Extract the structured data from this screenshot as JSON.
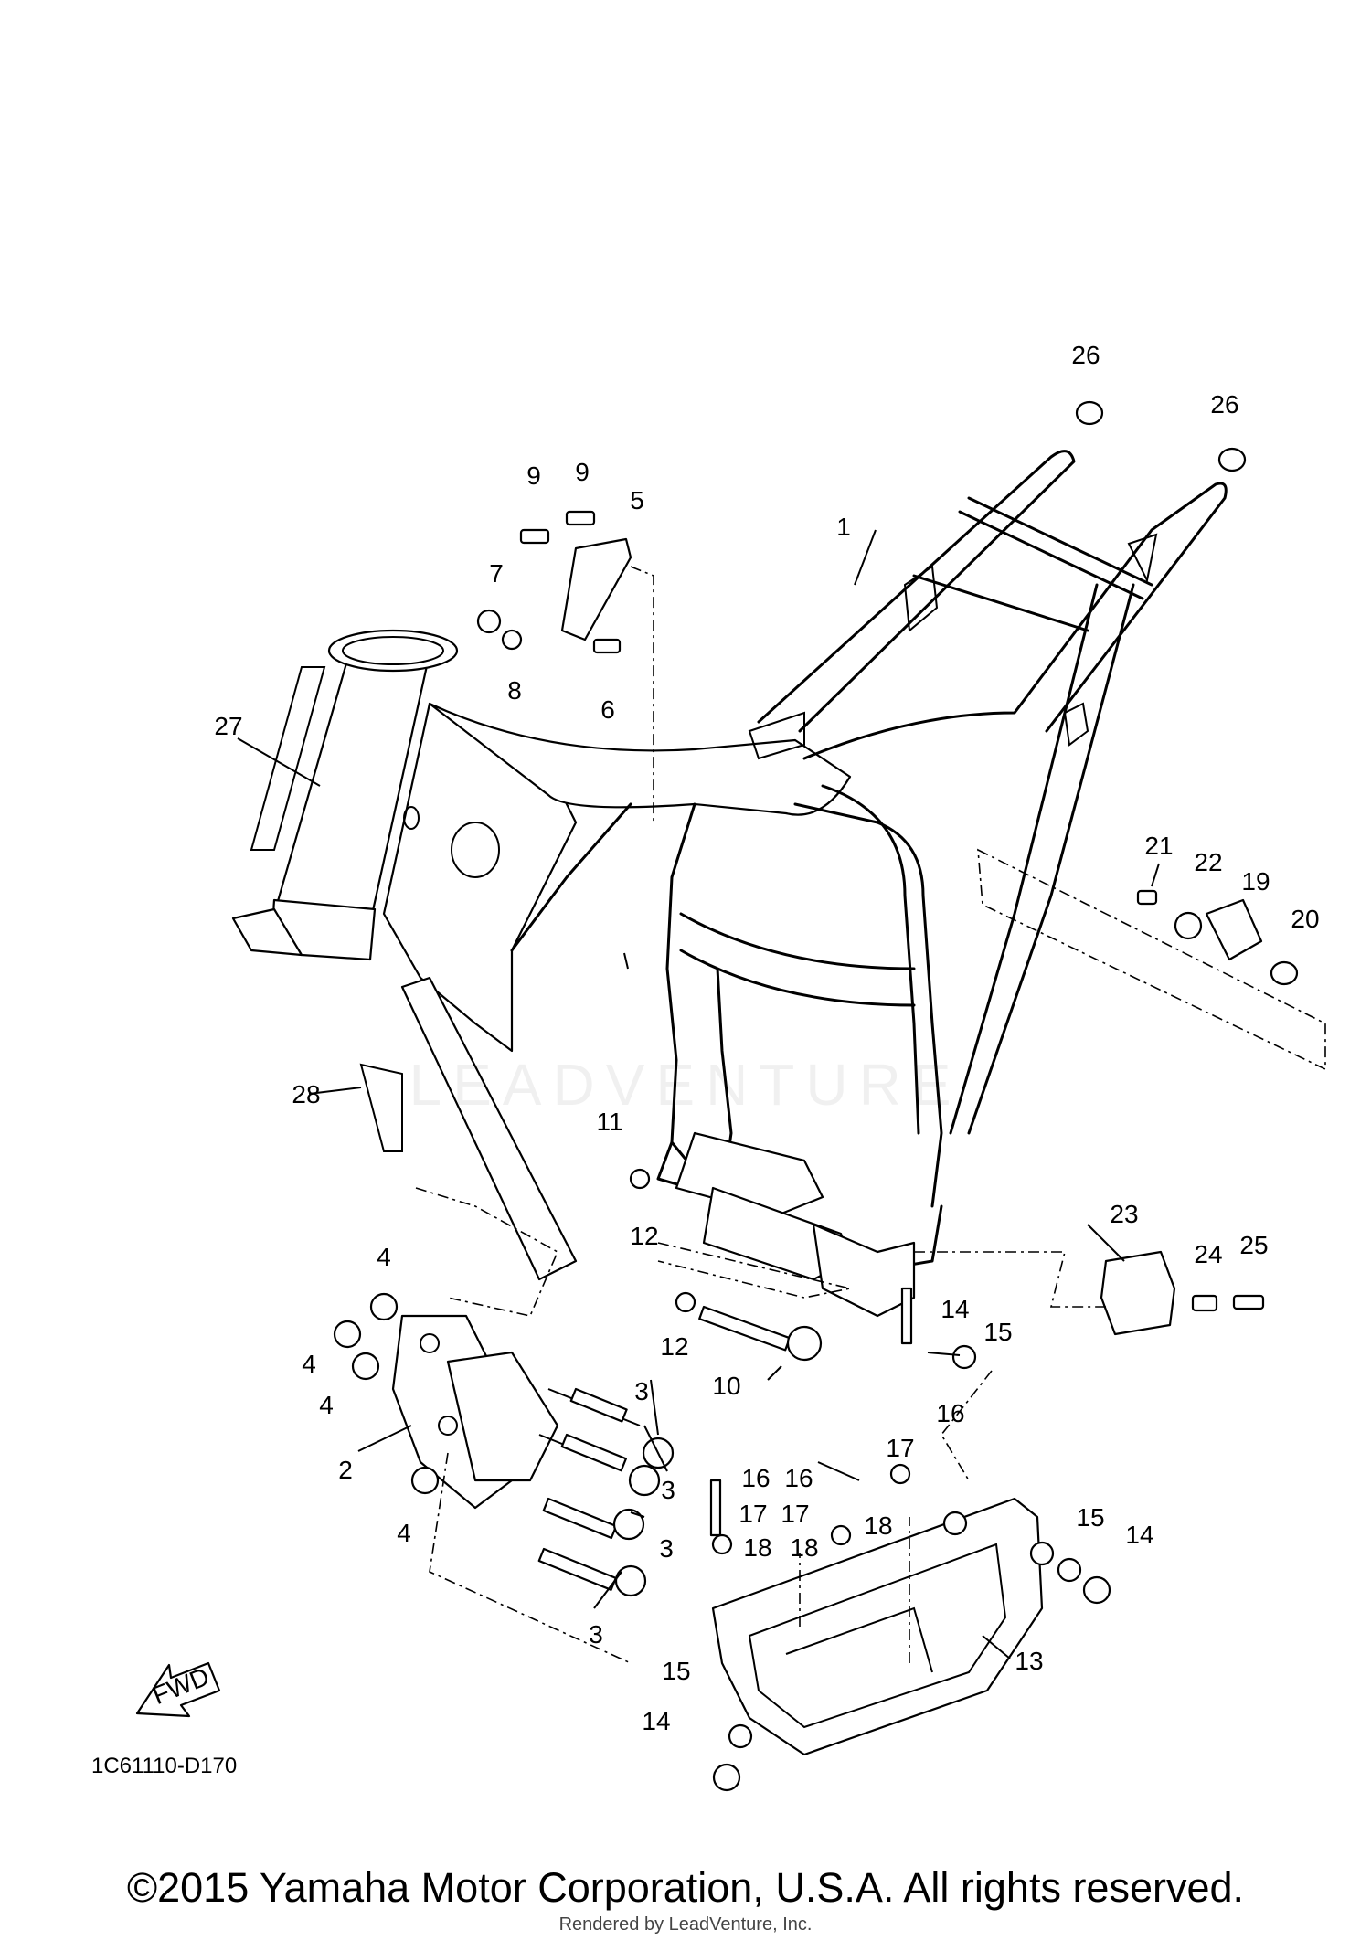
{
  "diagram": {
    "part_code": "1C61110-D170",
    "fwd_label": "FWD",
    "watermark": "LEADVENTURE",
    "copyright": "©2015 Yamaha Motor Corporation, U.S.A. All rights reserved.",
    "rendered_by": "Rendered by LeadVenture, Inc.",
    "callouts": [
      {
        "id": "c26a",
        "text": "26"
      },
      {
        "id": "c26b",
        "text": "26"
      },
      {
        "id": "c1",
        "text": "1"
      },
      {
        "id": "c9a",
        "text": "9"
      },
      {
        "id": "c9b",
        "text": "9"
      },
      {
        "id": "c5",
        "text": "5"
      },
      {
        "id": "c7",
        "text": "7"
      },
      {
        "id": "c8",
        "text": "8"
      },
      {
        "id": "c6",
        "text": "6"
      },
      {
        "id": "c27",
        "text": "27"
      },
      {
        "id": "c21",
        "text": "21"
      },
      {
        "id": "c22",
        "text": "22"
      },
      {
        "id": "c19",
        "text": "19"
      },
      {
        "id": "c20",
        "text": "20"
      },
      {
        "id": "c28",
        "text": "28"
      },
      {
        "id": "c11",
        "text": "11"
      },
      {
        "id": "c12a",
        "text": "12"
      },
      {
        "id": "c23",
        "text": "23"
      },
      {
        "id": "c24",
        "text": "24"
      },
      {
        "id": "c25",
        "text": "25"
      },
      {
        "id": "c4a",
        "text": "4"
      },
      {
        "id": "c4b",
        "text": "4"
      },
      {
        "id": "c4c",
        "text": "4"
      },
      {
        "id": "c12b",
        "text": "12"
      },
      {
        "id": "c10",
        "text": "10"
      },
      {
        "id": "c14a",
        "text": "14"
      },
      {
        "id": "c15a",
        "text": "15"
      },
      {
        "id": "c3a",
        "text": "3"
      },
      {
        "id": "c16a",
        "text": "16"
      },
      {
        "id": "c2",
        "text": "2"
      },
      {
        "id": "c17a",
        "text": "17"
      },
      {
        "id": "c16b",
        "text": "16"
      },
      {
        "id": "c16c",
        "text": "16"
      },
      {
        "id": "c3b",
        "text": "3"
      },
      {
        "id": "c18a",
        "text": "18"
      },
      {
        "id": "c17b",
        "text": "17"
      },
      {
        "id": "c17c",
        "text": "17"
      },
      {
        "id": "c4d",
        "text": "4"
      },
      {
        "id": "c3c",
        "text": "3"
      },
      {
        "id": "c18b",
        "text": "18"
      },
      {
        "id": "c18c",
        "text": "18"
      },
      {
        "id": "c15b",
        "text": "15"
      },
      {
        "id": "c14b",
        "text": "14"
      },
      {
        "id": "c3d",
        "text": "3"
      },
      {
        "id": "c13",
        "text": "13"
      },
      {
        "id": "c15c",
        "text": "15"
      },
      {
        "id": "c14c",
        "text": "14"
      }
    ]
  }
}
